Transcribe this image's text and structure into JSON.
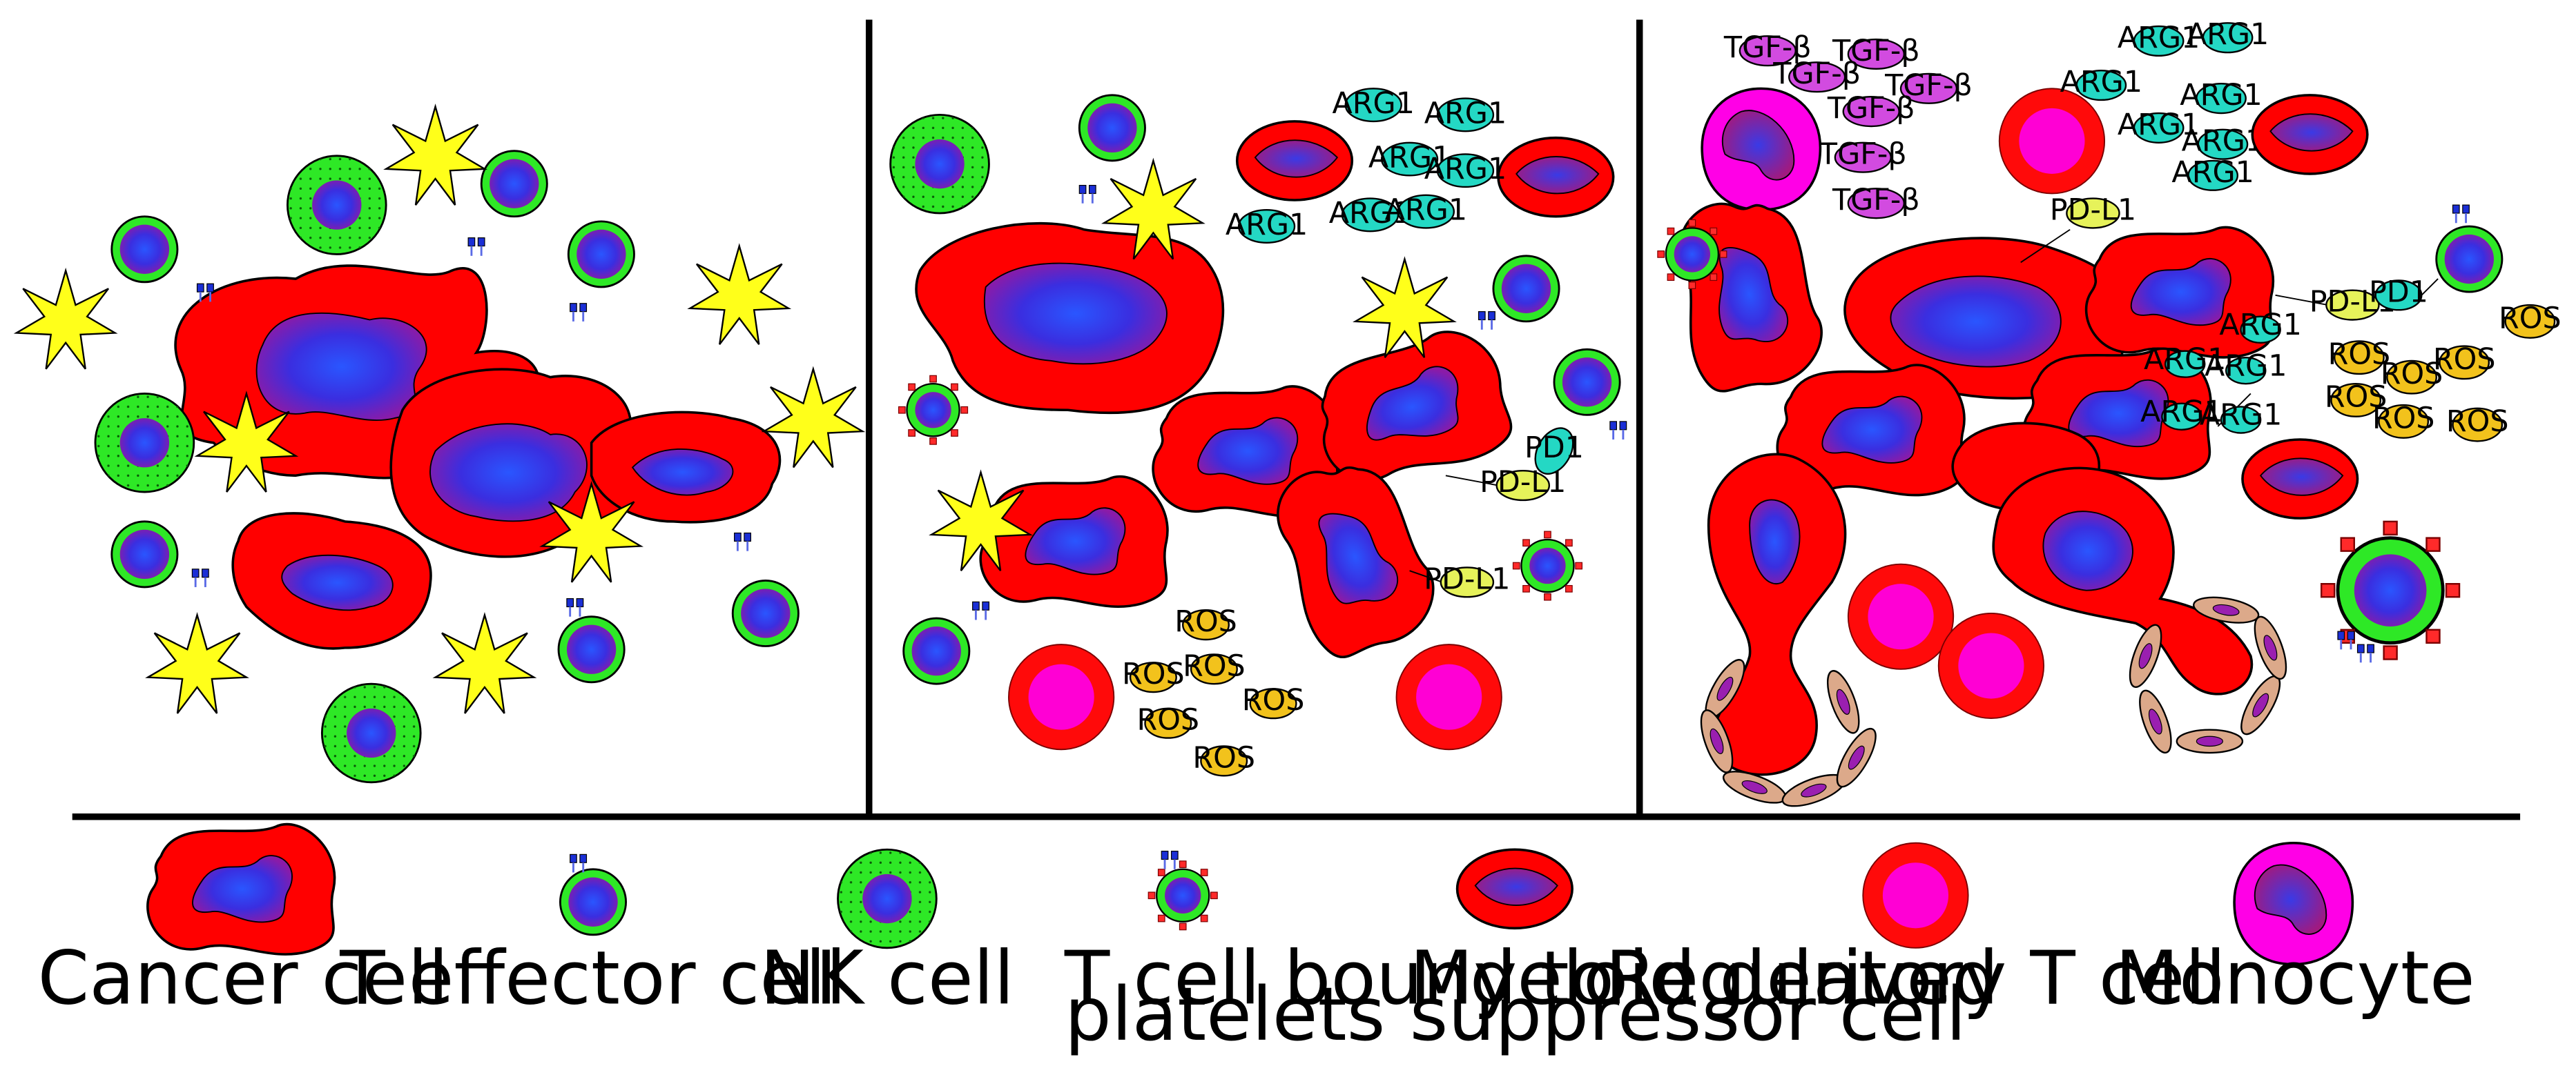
{
  "legend": {
    "cancer_cell": "Cancer cell",
    "t_effector_cell": "T effector cell",
    "nk_cell": "NK cell",
    "t_cell_platelets_line1": "T cell bound to",
    "t_cell_platelets_line2": "platelets",
    "mdsc_line1": "Myeloid derived",
    "mdsc_line2": "suppressor cell",
    "treg": "Regulatory T cell",
    "monocyte": "Monocyte"
  },
  "molecules": {
    "arg1": "ARG1",
    "ros": "ROS",
    "tgfb": "TGF-β",
    "pdl1": "PD-L1",
    "pd1": "PD1"
  },
  "colors": {
    "cancer_red": "#ff0000",
    "nucleus_blue": "#2a1bd6",
    "nk_green": "#22e61e",
    "star_yellow": "#ffff1a",
    "treg_magenta": "#ff00cc",
    "arg_teal": "#24d8c4",
    "tgf_purple": "#d24be0",
    "ros_gold": "#f2c21c",
    "pdl1_lime": "#e6f25a",
    "fibro_tan": "#d9a68a"
  }
}
